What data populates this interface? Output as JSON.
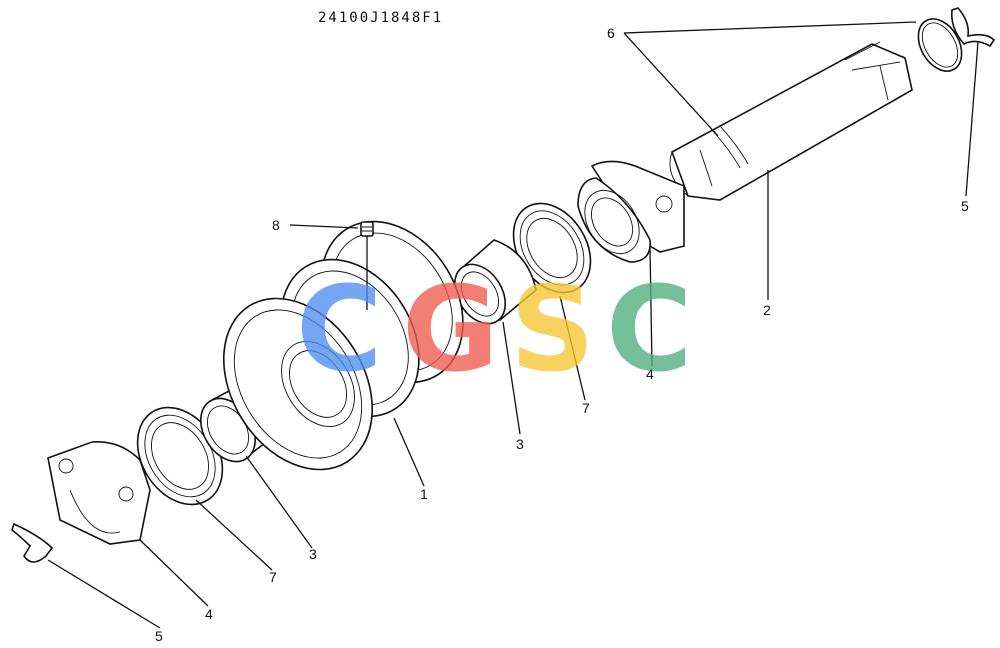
{
  "diagram": {
    "part_number": "24100J1848F1",
    "watermark": {
      "letters": [
        {
          "char": "C",
          "color": "#4f8ef0"
        },
        {
          "char": "G",
          "color": "#ef5a50"
        },
        {
          "char": "S",
          "color": "#f5c633"
        },
        {
          "char": "C",
          "color": "#4fae7e"
        }
      ]
    },
    "callouts": {
      "c1": "1",
      "c2": "2",
      "c3a": "3",
      "c3b": "3",
      "c4a": "4",
      "c4b": "4",
      "c5a": "5",
      "c5b": "5",
      "c6": "6",
      "c7a": "7",
      "c7b": "7",
      "c8": "8"
    }
  }
}
